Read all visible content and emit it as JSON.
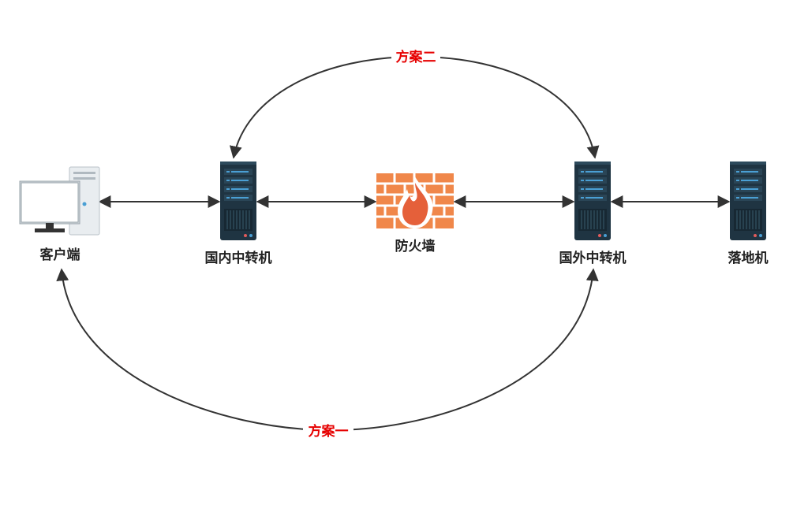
{
  "diagram": {
    "nodes": {
      "client": {
        "label": "客户端",
        "icon": "desktop-computer-icon"
      },
      "domestic_relay": {
        "label": "国内中转机",
        "icon": "server-rack-icon"
      },
      "firewall": {
        "label": "防火墙",
        "icon": "firewall-icon"
      },
      "overseas_relay": {
        "label": "国外中转机",
        "icon": "server-rack-icon"
      },
      "landing": {
        "label": "落地机",
        "icon": "server-rack-icon"
      }
    },
    "routes": {
      "plan_two": {
        "label": "方案二"
      },
      "plan_one": {
        "label": "方案一"
      }
    }
  },
  "colors": {
    "plan_label": "#e60000",
    "connector": "#333333",
    "server_body": "#1f3442",
    "server_accent": "#4a9fd4",
    "firewall_brick": "#f0874a",
    "firewall_flame": "#e5603a"
  }
}
